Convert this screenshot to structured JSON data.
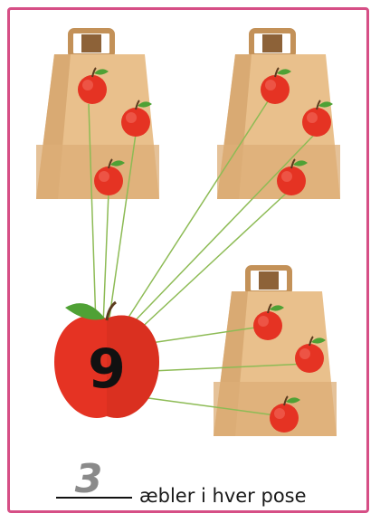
{
  "worksheet": {
    "total_apples": "9",
    "answer": "3",
    "sentence": "æbler i hver pose",
    "bags": [
      {
        "label": "bag-1",
        "apples": 3
      },
      {
        "label": "bag-2",
        "apples": 3
      },
      {
        "label": "bag-3",
        "apples": 3
      }
    ]
  },
  "colors": {
    "border": "#d64f86",
    "bag_light": "#e9c08c",
    "bag_mid": "#dcae77",
    "bag_dark": "#cf9e66",
    "handle": "#b98552",
    "apple_red": "#e53323",
    "apple_dark": "#c62a1c",
    "leaf": "#4fa135",
    "string": "#8dbb55",
    "answer_gray": "#8a8a8a",
    "text": "#1a1a1a"
  }
}
